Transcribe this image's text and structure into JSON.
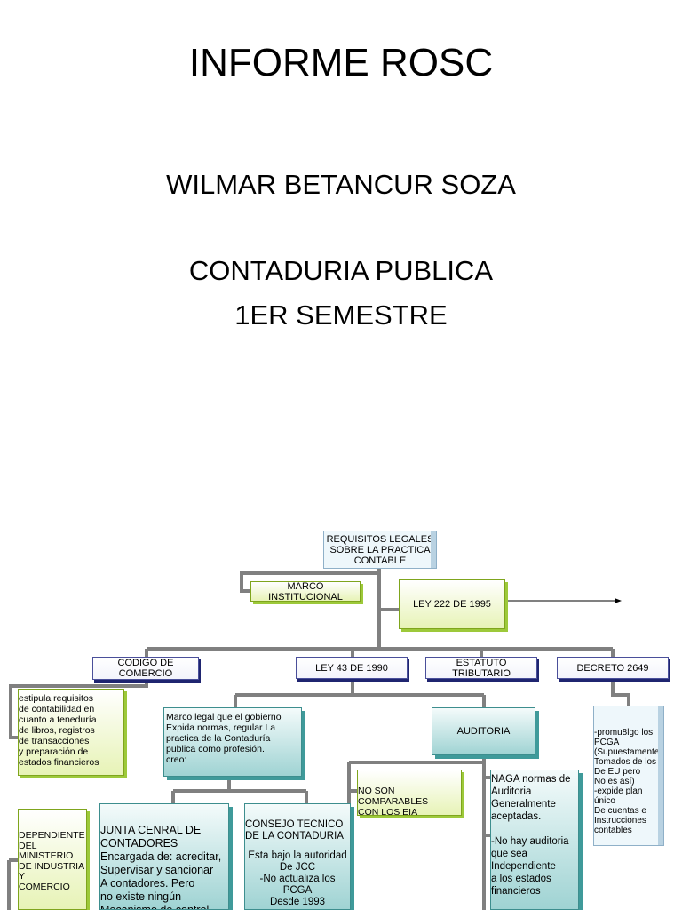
{
  "slide": {
    "title": "INFORME ROSC",
    "author": "WILMAR BETANCUR SOZA",
    "career": "CONTADURIA PUBLICA",
    "semester": "1ER SEMESTRE"
  },
  "diagram": {
    "root": "REQUISITOS LEGALES\nSOBRE LA PRACTICA\nCONTABLE",
    "marco": "MARCO INSTITUCIONAL",
    "ley222": "LEY 222 DE 1995",
    "codigo": "CODIGO DE\nCOMERCIO",
    "ley43": "LEY 43 DE 1990",
    "estatuto": "ESTATUTO TRIBUTARIO",
    "decreto": "DECRETO 2649",
    "estipula": "estipula requisitos\n de contabilidad en\n cuanto a teneduría\nde libros, registros\n de transacciones\ny preparación de\nestados financieros",
    "marco_legal": "Marco legal  que el gobierno\nExpida normas, regular La\n practica de  la Contaduría\n publica como profesión.\n creo:",
    "auditoria": "AUDITORIA",
    "promulgo": "-promu8lgo los\n PCGA\n(Supuestamente\nTomados de los\nDe EU pero\nNo es así)\n-expide plan único\nDe cuentas e\nInstrucciones\ncontables",
    "no_comparables": "NO SON COMPARABLES\nCON LOS EIA",
    "naga": "NAGA normas de\nAuditoria\nGeneralmente\naceptadas.\n\n-No hay auditoria\nque sea\nIndependiente\n a los estados\nfinancieros",
    "dependiente": "DEPENDIENTE\nDEL MINISTERIO\nDE INDUSTRIA\nY\nCOMERCIO",
    "junta": "JUNTA CENRAL DE\n CONTADORES\nEncargada de: acreditar,\nSupervisar y sancionar\nA contadores. Pero\nno existe ningún\nMecanismo de control",
    "consejo_title": "CONSEJO TECNICO\nDE LA CONTADURIA",
    "consejo_body": "Esta bajo la autoridad\nDe JCC\n-No actualiza los PCGA\nDesde 1993"
  }
}
